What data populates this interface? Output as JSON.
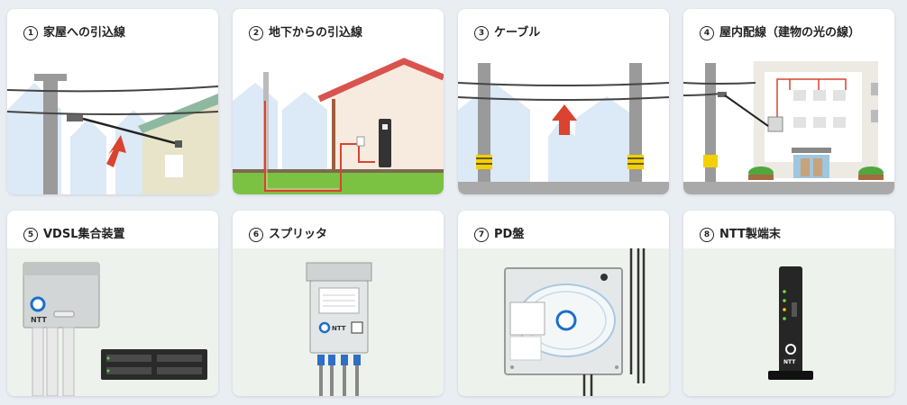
{
  "cards": [
    {
      "num": "1",
      "title": "家屋への引込線",
      "icon": "drop-wire-illustration"
    },
    {
      "num": "2",
      "title": "地下からの引込線",
      "icon": "underground-line-illustration"
    },
    {
      "num": "3",
      "title": "ケーブル",
      "icon": "cable-illustration"
    },
    {
      "num": "4",
      "title": "屋内配線（建物の光の線）",
      "icon": "indoor-wiring-illustration"
    },
    {
      "num": "5",
      "title": "VDSL集合装置",
      "icon": "vdsl-unit-illustration"
    },
    {
      "num": "6",
      "title": "スプリッタ",
      "icon": "splitter-illustration"
    },
    {
      "num": "7",
      "title": "PD盤",
      "icon": "pd-panel-illustration"
    },
    {
      "num": "8",
      "title": "NTT製端末",
      "icon": "ntt-terminal-illustration"
    }
  ],
  "logo_text": "NTT",
  "colors": {
    "background": "#e9eef3",
    "card": "#ffffff",
    "accent_red": "#d9432f",
    "sky_house": "#dce9f6",
    "ground_gray": "#a9a9a9",
    "grass_green": "#7cc242",
    "panel_bg": "#eef2ec"
  }
}
